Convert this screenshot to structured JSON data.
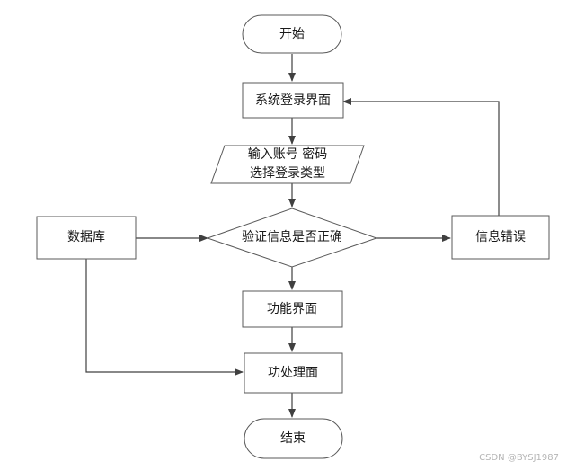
{
  "nodes": {
    "start": "开始",
    "login_screen": "系统登录界面",
    "input_line1": "输入账号 密码",
    "input_line2": "选择登录类型",
    "decision": "验证信息是否正确",
    "database": "数据库",
    "error": "信息错误",
    "function_screen": "功能界面",
    "process": "功处理面",
    "end": "结束"
  },
  "watermark": "CSDN @BYSJ1987",
  "colors": {
    "stroke": "#595959",
    "arrow": "#404040",
    "text": "#1a1a1a",
    "watermark": "#b5b5b5"
  }
}
